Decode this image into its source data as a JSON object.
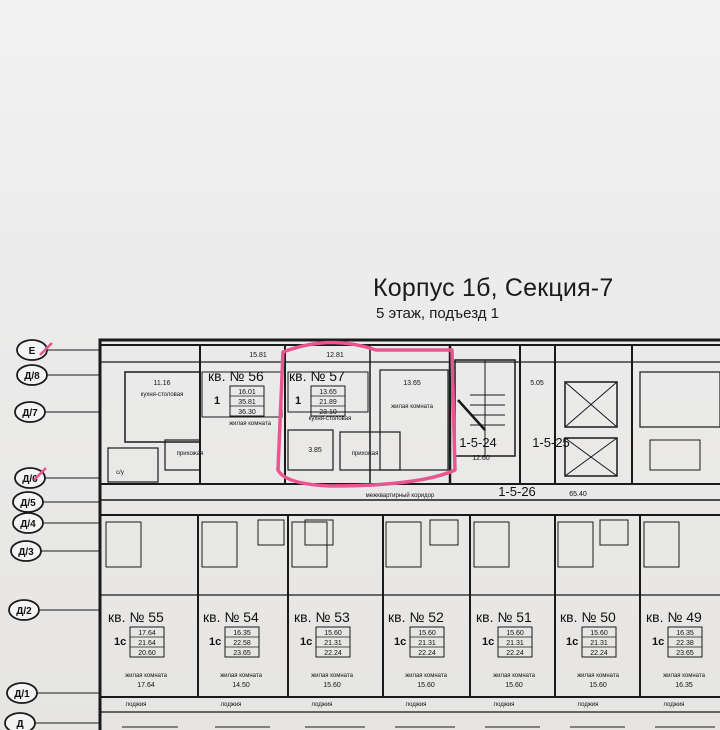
{
  "header": {
    "title": "Корпус 1б, Секция-7",
    "subtitle": "5 этаж, подъезд 1"
  },
  "axes": [
    "Е",
    "Д/8",
    "Д/7",
    "Д/6",
    "Д/5",
    "Д/4",
    "Д/3",
    "Д/2",
    "Д/1",
    "Д"
  ],
  "top_apartments": [
    {
      "name": "кв. № 56",
      "rooms": "1",
      "areas": [
        "16.01",
        "35.81",
        "36.30"
      ],
      "room_area": "15.81",
      "kitchen_area": "11.16"
    },
    {
      "name": "кв. № 57",
      "rooms": "1",
      "areas": [
        "13.65",
        "21.89",
        "23.10"
      ],
      "room_area": "12.81",
      "kitchen_area": "13.65"
    }
  ],
  "bottom_apartments": [
    {
      "name": "кв. № 55",
      "rooms": "1с",
      "areas": [
        "17.64",
        "21.64",
        "20.60"
      ],
      "room_area": "17.64"
    },
    {
      "name": "кв. № 54",
      "rooms": "1с",
      "areas": [
        "16.35",
        "22.58",
        "23.65"
      ],
      "room_area": "14.50"
    },
    {
      "name": "кв. № 53",
      "rooms": "1с",
      "areas": [
        "15.60",
        "21.31",
        "22.24"
      ],
      "room_area": "15.60"
    },
    {
      "name": "кв. № 52",
      "rooms": "1с",
      "areas": [
        "15.60",
        "21.31",
        "22.24"
      ],
      "room_area": "15.60"
    },
    {
      "name": "кв. № 51",
      "rooms": "1с",
      "areas": [
        "15.60",
        "21.31",
        "22.24"
      ],
      "room_area": "15.60"
    },
    {
      "name": "кв. № 50",
      "rooms": "1с",
      "areas": [
        "15.60",
        "21.31",
        "22.24"
      ],
      "room_area": "15.60"
    },
    {
      "name": "кв. № 49",
      "rooms": "1с",
      "areas": [
        "16.35",
        "22.38",
        "23.65"
      ],
      "room_area": "16.35"
    }
  ],
  "rooms": {
    "stair_1": "1-5-24",
    "stair_2": "1-5-25",
    "corridor": "1-5-26",
    "corridor_area": "65.40",
    "stair_area": "12.60",
    "lobby_area": "5.05",
    "bath_area": "3.85"
  },
  "room_labels": {
    "living": "жилая комната",
    "kitchen_living": "кухня-столовая",
    "corridor_label": "межквартирный коридор",
    "hall": "прихожая",
    "balcony": "лоджия",
    "bathroom": "с/у"
  },
  "colors": {
    "ink": "#1a1a1a",
    "highlight": "#e8558f",
    "paper": "#ececec"
  }
}
